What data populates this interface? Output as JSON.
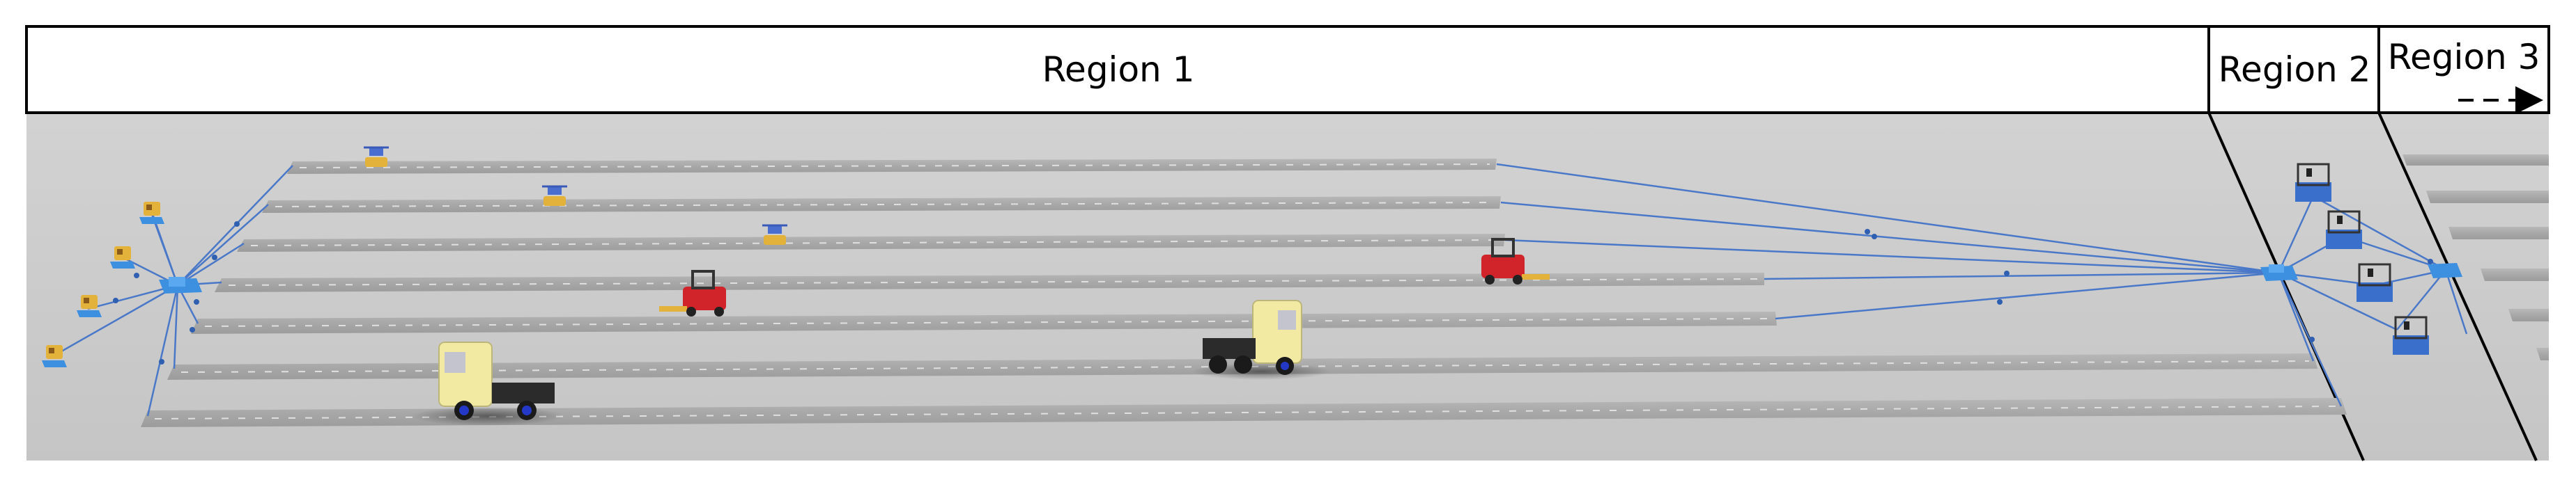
{
  "header": {
    "regions": [
      {
        "label": "Region 1"
      },
      {
        "label": "Region 2"
      },
      {
        "label": "Region 3"
      }
    ]
  },
  "colors": {
    "floor": "#c9c9c9",
    "lane": "#a9a9a9",
    "path": "#4a78c8",
    "station": "#3d8fe0",
    "forklift": "#d0242a",
    "truck_cab": "#f2eaa2",
    "agv": "#e3b23a",
    "robot_arm": "#3a6fcc"
  },
  "icons": {
    "forklift": "forklift-icon",
    "truck": "truck-icon",
    "robot": "robot-icon",
    "station": "station-icon",
    "arrow": "dashed-arrow-icon"
  }
}
